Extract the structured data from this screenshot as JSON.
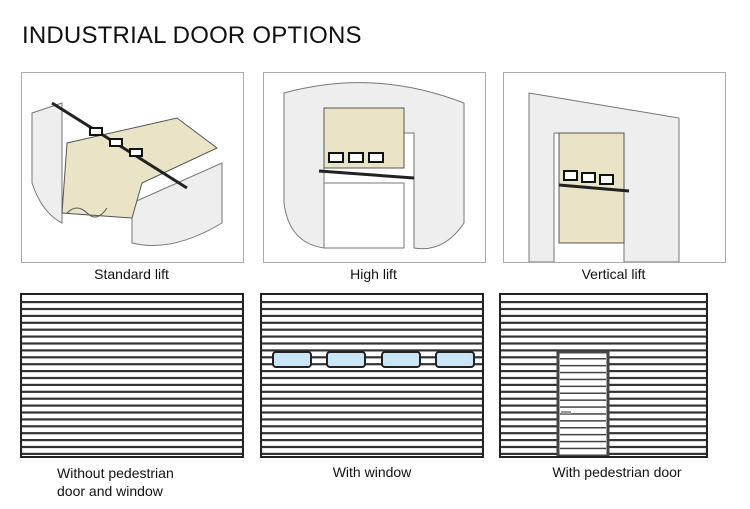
{
  "title": "INDUSTRIAL DOOR OPTIONS",
  "lift_types": [
    {
      "label": "Standard lift"
    },
    {
      "label": "High lift"
    },
    {
      "label": "Vertical  lift"
    }
  ],
  "door_options": [
    {
      "label_line1": "Without pedestrian",
      "label_line2": "door and window"
    },
    {
      "label": "With window"
    },
    {
      "label": "With pedestrian door"
    }
  ],
  "colors": {
    "panel": "#e9e4c6",
    "window": "#c9e6f7",
    "line": "#222222"
  }
}
